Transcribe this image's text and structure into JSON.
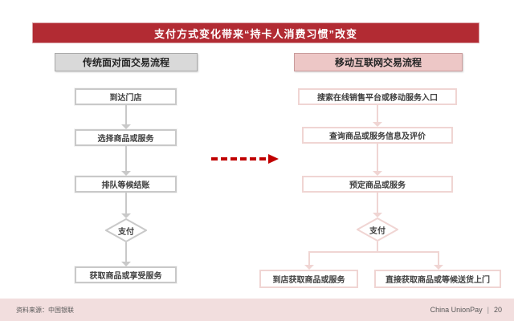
{
  "title": "支付方式变化带来“持卡人消费习惯”改变",
  "left_flow": {
    "header": "传统面对面交易流程",
    "steps": [
      "到达门店",
      "选择商品或服务",
      "排队等候结账"
    ],
    "decision": "支付",
    "final_step": "获取商品或享受服务"
  },
  "right_flow": {
    "header": "移动互联网交易流程",
    "steps": [
      "搜索在线销售平台或移动服务入口",
      "查询商品或服务信息及评价",
      "预定商品或服务"
    ],
    "decision": "支付",
    "branches": [
      "到店获取商品或服务",
      "直接获取商品或等候送货上门"
    ]
  },
  "footer": {
    "source": "资料来源：中国银联",
    "brand": "China UnionPay",
    "divider": "|",
    "page": "20"
  },
  "colors": {
    "banner-bg": "#B22B33",
    "banner-border": "#D9A0A5",
    "title-text": "#FFFFFF",
    "gray-header-bg": "#D9D9D9",
    "gray-header-border": "#A9A9A9",
    "pink-header-bg": "#EDC7C6",
    "pink-header-border": "#C99B9B",
    "gray-line": "#C9C9C9",
    "pink-line": "#F0D5D3",
    "box-text": "#3F3F3F",
    "red-arrow": "#C00000",
    "footer-bg": "#F2DEDE",
    "footer-text": "#595959"
  }
}
